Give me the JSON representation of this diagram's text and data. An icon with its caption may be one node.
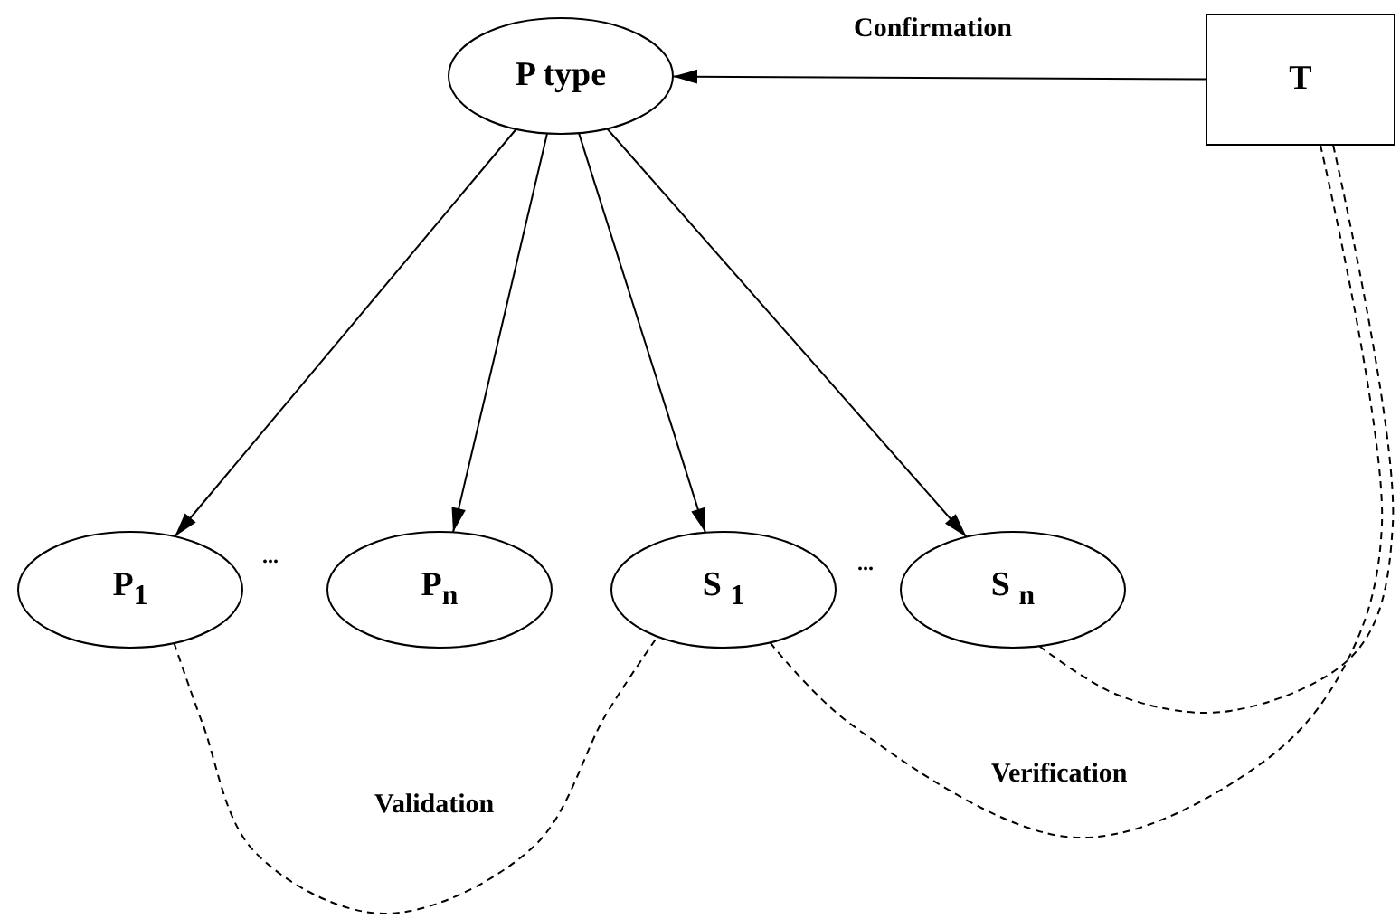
{
  "diagram": {
    "nodes": [
      {
        "text": [
          "P type"
        ]
      },
      {
        "text": [
          "T"
        ]
      },
      {
        "text": [
          "P$_{1}$"
        ]
      },
      {
        "text": [
          "P$_{n}$"
        ]
      },
      {
        "text": [
          "S $_{1}$"
        ]
      },
      {
        "text": [
          "S $_{n}$"
        ]
      }
    ],
    "edges": [
      {
        "from": 1,
        "to": 0,
        "arrow": "to",
        "label": "Confirmation"
      },
      {
        "from": 0,
        "to": 2,
        "arrow": "to"
      },
      {
        "from": 0,
        "to": 3,
        "arrow": "to"
      },
      {
        "from": 0,
        "to": 4,
        "arrow": "to"
      },
      {
        "from": 0,
        "to": 5,
        "arrow": "to"
      },
      {
        "from": 2,
        "to": 4,
        "arrow": "none",
        "style": "dashed",
        "label": "Validation"
      },
      {
        "from": 4,
        "to": 1,
        "arrow": "none",
        "style": "dashed",
        "label": "Verification"
      },
      {
        "from": 5,
        "to": 1,
        "arrow": "none",
        "style": "dashed"
      }
    ],
    "labels": [
      "...",
      "..."
    ]
  }
}
